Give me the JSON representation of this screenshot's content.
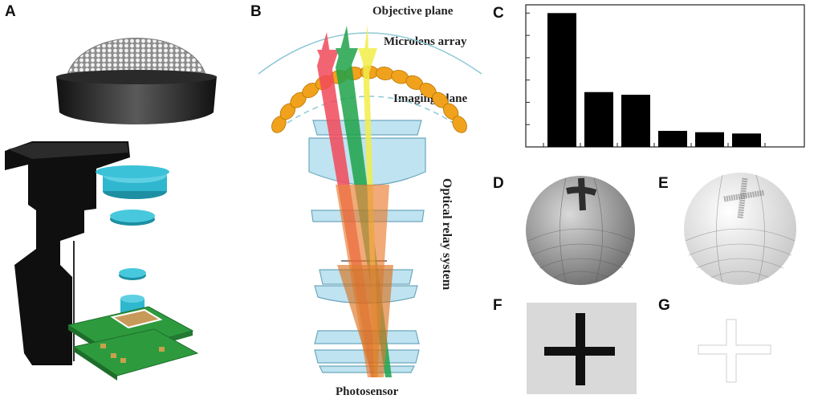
{
  "panels": {
    "a": "A",
    "b": "B",
    "c": "C",
    "d": "D",
    "e": "E",
    "f": "F",
    "g": "G"
  },
  "diagram_b": {
    "objective_plane": "Objective plane",
    "microlens_array": "Microlens array",
    "imaging_plane": "Imaging plane",
    "optical_relay_system": "Optical relay system",
    "photosensor": "Photosensor"
  },
  "chart_data": {
    "type": "bar",
    "values": [
      1.0,
      0.41,
      0.39,
      0.12,
      0.11,
      0.1
    ],
    "ylim": [
      0,
      1.05
    ],
    "grid": false
  },
  "colors": {
    "ray_red": "#f24a5a",
    "ray_green": "#1fa34a",
    "ray_yellow": "#f2ee4a",
    "lens_blue": "#bfe3f0",
    "lens_cyan": "#2fb7cf",
    "microlens_orange": "#f1a21c",
    "pcb_green": "#2e9a3e"
  }
}
